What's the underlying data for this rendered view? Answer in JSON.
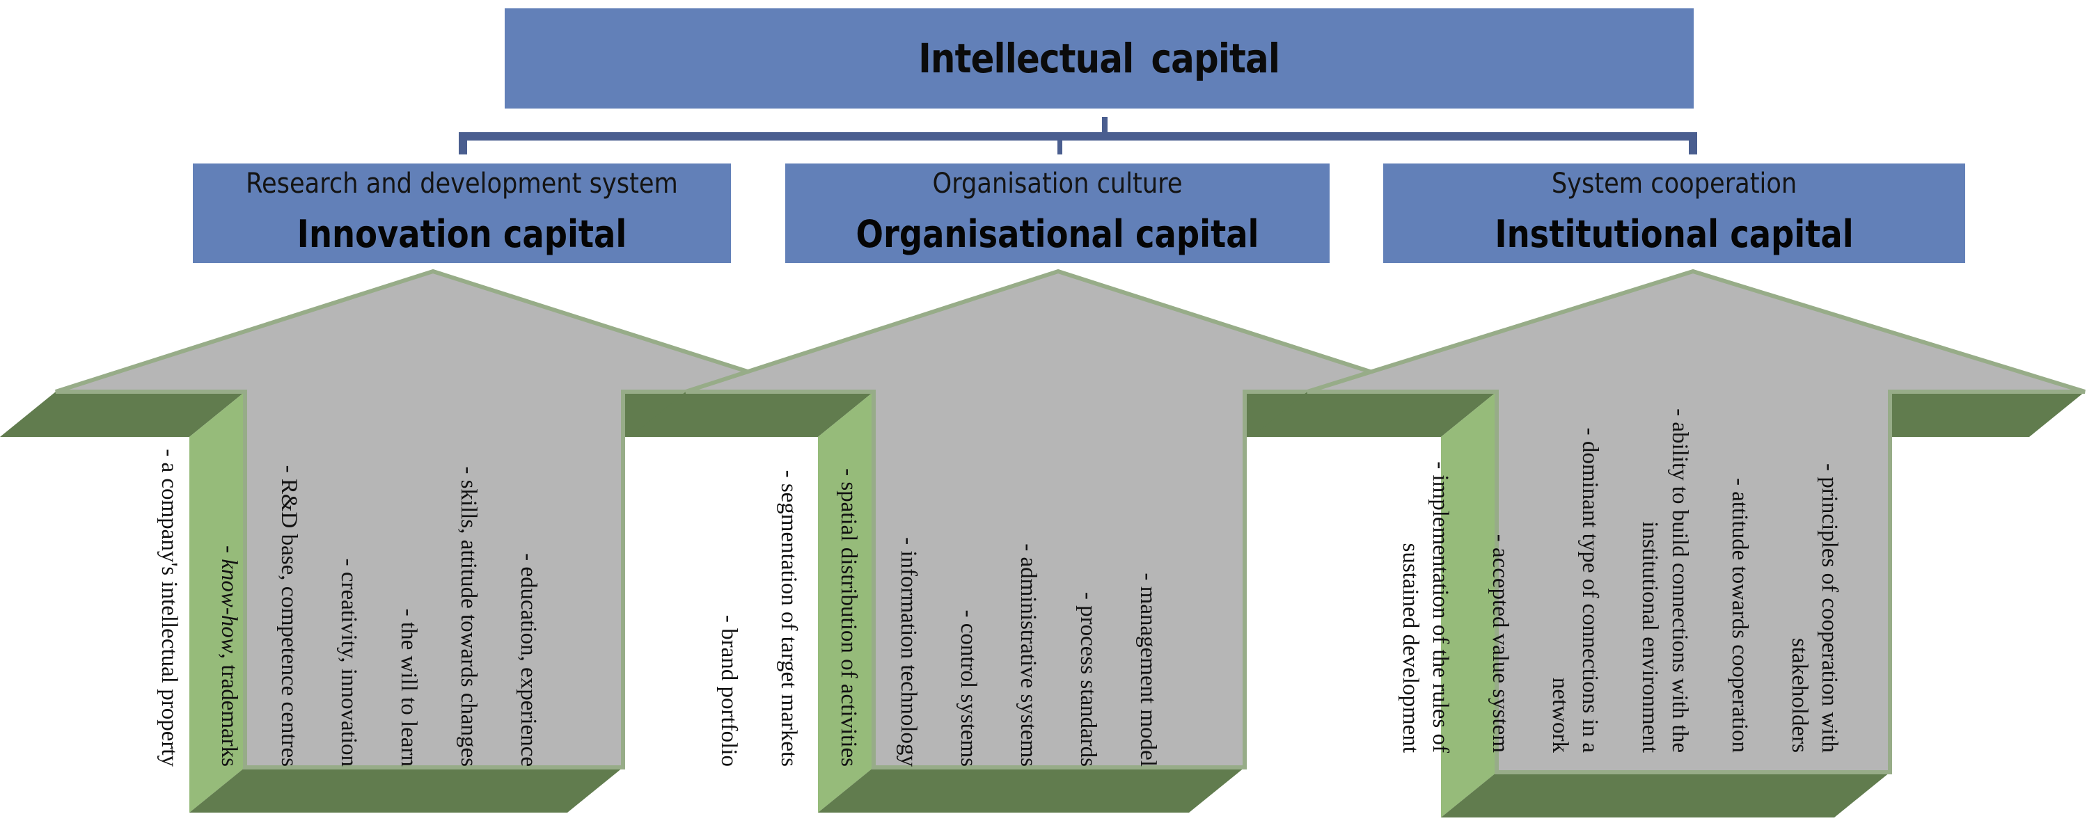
{
  "diagram": {
    "root": {
      "title": "Intellectual  capital"
    },
    "branches": [
      {
        "subtitle": "Research and development system",
        "heading": "Innovation capital",
        "items": [
          "- education, experience",
          "- skills, attitude towards changes",
          "- the will to learn",
          "- creativity, innovation",
          "- R&D base, competence centres",
          "- know-how, trademarks",
          "- a company's intellectual property"
        ]
      },
      {
        "subtitle": "Organisation culture",
        "heading": "Organisational capital",
        "items": [
          "- management model",
          "- process standards",
          "- administrative systems",
          "- control systems",
          "- information technology",
          "- spatial distribution of activities",
          "- segmentation of target markets",
          "- brand portfolio"
        ]
      },
      {
        "subtitle": "System cooperation",
        "heading": "Institutional capital",
        "items": [
          "- principles of cooperation  with stakeholders",
          "- attitude towards cooperation",
          "- ability to build connections with the institutional environment",
          "- dominant type of connections in a network",
          "- accepted value system",
          "- implementation of the rules of sustained development"
        ]
      }
    ],
    "colors": {
      "box_fill": "#6280b8",
      "connector": "#4a5e8f",
      "arrow_face": "#b6b6b6",
      "arrow_edge": "#97ac88",
      "extrusion_dark": "#617c4e",
      "extrusion_light": "#96bb7a"
    }
  }
}
